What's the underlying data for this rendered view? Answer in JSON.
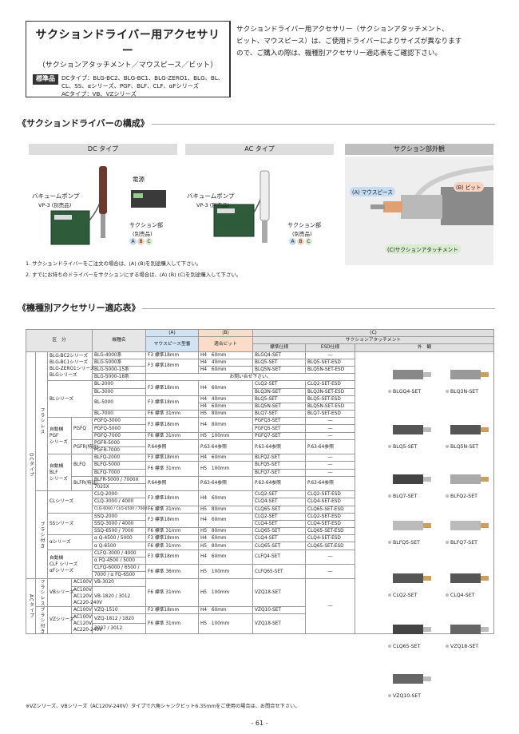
{
  "header": {
    "title": "サクションドライバー用アクセサリー",
    "subtitle": "（サクションアタッチメント／マウスピース／ビット）",
    "badge": "標準品",
    "dc_line1": "DCタイプ：BLG-BC2、BLG-BC1、BLG-ZERO1、BLG、BL、",
    "dc_line2": "CL、SS、αシリーズ、PGF、BLF、CLF、αFシリーズ",
    "ac_line": "ACタイプ：VB、VZシリーズ",
    "intro_1": "サクションドライバー用アクセサリー（サクションアタッチメント、",
    "intro_2": "ビット、マウスピース）は、ご使用ドライバーによりサイズが異なります",
    "intro_3": "ので、ご購入の際は、機種別アクセサリー適応表をご確認下さい。"
  },
  "section1": {
    "title": "《サクションドライバーの構成》",
    "dc_type": "DC タイプ",
    "ac_type": "AC タイプ",
    "suction_view": "サクション部外観",
    "power": "電源",
    "vacuum_pump": "バキュームポンプ",
    "vp3": "VP-3 (別売品)",
    "suction_part": "サクション部",
    "separately": "(別売品)",
    "a": "A",
    "b": "B",
    "c": "C",
    "label_a": "(A) マウスピース",
    "label_b": "(B) ビット",
    "label_c": "(C)サクションアタッチメント",
    "note1": "1. サクションドライバーをご注文の場合は、(A) (B)を別途購入して下さい。",
    "note2": "2. すでにお持ちのドライバーをサクションにする場合は、(A) (B) (C)を別途購入して下さい。"
  },
  "section2": {
    "title": "《機種別アクセサリー適応表》",
    "h_kubun": "区　分",
    "h_model": "機種名",
    "h_a": "(A)",
    "h_b": "(B)",
    "h_c": "(C)",
    "h_mouth": "マウスピース型番",
    "h_bit": "適合ビット",
    "h_attach": "サクションアタッチメント",
    "h_std": "標準仕様",
    "h_esd": "ESD仕様",
    "h_look": "外　観",
    "dc": "DCタイプ",
    "ac": "ACタイプ",
    "flapless": "フラシレス",
    "flap": "ブラシ付き",
    "blg_1": "BLG-BC2シリーズ",
    "blg_2": "BLG-BC1シリーズ",
    "blg_3": "BLG-ZERO1シリーズ",
    "blg_4": "BLGシリーズ",
    "bl": "BLシリーズ",
    "auto": "自動機",
    "pgf": "PGF",
    "series": "シリーズ",
    "pgfq": "PGFQ",
    "pgfr": "PGFR(特注)",
    "blf": "BLF",
    "blfq": "BLFQ",
    "blfr": "BLFR(特注)",
    "cl": "CLシリーズ",
    "ss": "SSシリーズ",
    "alpha": "αシリーズ",
    "clf": "CLF シリーズ",
    "af": "αFシリーズ",
    "vb": "VBシリーズ",
    "vz": "VZシリーズ",
    "ac100": "AC100V",
    "ac_multi1": "AC100V",
    "ac_multi2": "AC120V,",
    "ac_multi3": "AC220-240V",
    "inquiry": "お問い合せ下さい。",
    "dash": "―"
  },
  "rows": [
    {
      "model": "BLG-4000系",
      "mouth": "F3 標準18mm",
      "bit": "H4　60mm",
      "std": "BLGQ4-SET",
      "esd": "―"
    },
    {
      "model": "BLG-5000系",
      "mouth": "F3 標準18mm",
      "bit": "H4　40mm",
      "std": "BLQ5-SET",
      "esd": "BLQ5-SET-ESD"
    },
    {
      "model": "BLG-5000-15系",
      "mouth": "",
      "bit": "H4　60mm",
      "std": "BLQ5N-SET",
      "esd": "BLQ5N-SET-ESD"
    },
    {
      "model": "BLG-5000-18系",
      "mouth": "",
      "bit": "",
      "std": "",
      "esd": ""
    },
    {
      "model": "BL-2000",
      "mouth": "F3 標準18mm",
      "bit": "H4　60mm",
      "std": "CLQ2-SET",
      "esd": "CLQ2-SET-ESD"
    },
    {
      "model": "BL-3000",
      "mouth": "",
      "bit": "",
      "std": "BLQ3N-SET",
      "esd": "BLQ3N-SET-ESD"
    },
    {
      "model": "BL-5000",
      "mouth": "F3 標準18mm",
      "bit": "H4　40mm",
      "std": "BLQ5-SET",
      "esd": "BLQ5-SET-ESD"
    },
    {
      "model": "",
      "mouth": "",
      "bit": "H4　60mm",
      "std": "BLQ5N-SET",
      "esd": "BLQ5N-SET-ESD"
    },
    {
      "model": "BL-7000",
      "mouth": "F6 標準 31mm",
      "bit": "H5　80mm",
      "std": "BLQ7-SET",
      "esd": "BLQ7-SET-ESD"
    },
    {
      "model": "PGFQ-3000",
      "mouth": "F3 標準18mm",
      "bit": "H4　80mm",
      "std": "PGFQ3-SET",
      "esd": "―"
    },
    {
      "model": "PGFQ-5000",
      "mouth": "",
      "bit": "",
      "std": "PGFQ5-SET",
      "esd": "―"
    },
    {
      "model": "PGFQ-7000",
      "mouth": "F6 標準 31mm",
      "bit": "H5　100mm",
      "std": "PGFQ7-SET",
      "esd": "―"
    },
    {
      "model": "PGFR-5000",
      "mouth": "P.64参照",
      "bit": "P.63-64参照",
      "std": "P.63-64参照",
      "esd": "P.63-64参照"
    },
    {
      "model": "PGFR-7000",
      "mouth": "",
      "bit": "",
      "std": "",
      "esd": ""
    },
    {
      "model": "BLFQ-2000",
      "mouth": "F3 標準18mm",
      "bit": "H4　60mm",
      "std": "BLFQ2-SET",
      "esd": "―"
    },
    {
      "model": "BLFQ-5000",
      "mouth": "F6 標準 31mm",
      "bit": "H5　100mm",
      "std": "BLFQ5-SET",
      "esd": "―"
    },
    {
      "model": "BLFQ-7000",
      "mouth": "",
      "bit": "",
      "std": "BLFQ7-SET",
      "esd": "―"
    },
    {
      "model": "BLFR-5000 / 7000X",
      "mouth": "P.64参照",
      "bit": "P.63-64参照",
      "std": "P.63-64参照",
      "esd": "P.63-64参照"
    },
    {
      "model": "7025X",
      "mouth": "",
      "bit": "",
      "std": "",
      "esd": ""
    },
    {
      "model": "CLQ-2000",
      "mouth": "F3 標準18mm",
      "bit": "H4　60mm",
      "std": "CLQ2-SET",
      "esd": "CLQ2-SET-ESD"
    },
    {
      "model": "CLQ-3000 / 4000",
      "mouth": "",
      "bit": "",
      "std": "CLQ4-SET",
      "esd": "CLQ4-SET-ESD"
    },
    {
      "model": "CLQ-6000 / CLQ-6500 / 7000",
      "mouth": "F6 標準 31mm",
      "bit": "H5　80mm",
      "std": "CLQ65-SET",
      "esd": "CLQ65-SET-ESD"
    },
    {
      "model": "SSQ-2000",
      "mouth": "F3 標準18mm",
      "bit": "H4　60mm",
      "std": "CLQ2-SET",
      "esd": "CLQ2-SET-ESD"
    },
    {
      "model": "SSQ-3000 / 4000",
      "mouth": "",
      "bit": "",
      "std": "CLQ4-SET",
      "esd": "CLQ4-SET-ESD"
    },
    {
      "model": "SSQ-6500 / 7000",
      "mouth": "F6 標準 31mm",
      "bit": "H5　80mm",
      "std": "CLQ65-SET",
      "esd": "CLQ65-SET-ESD"
    },
    {
      "model": "α Q-4500 / 5000",
      "mouth": "F3 標準18mm",
      "bit": "H4　60mm",
      "std": "CLQ4-SET",
      "esd": "CLQ4-SET-ESD"
    },
    {
      "model": "α Q-6500",
      "mouth": "F6 標準 31mm",
      "bit": "H5　80mm",
      "std": "CLQ65-SET",
      "esd": "CLQ65-SET-ESD"
    },
    {
      "model": "CLFQ-3000 / 4000",
      "mouth": "F3 標準18mm",
      "bit": "H4　60mm",
      "std": "CLFQ4-SET",
      "esd": "―"
    },
    {
      "model": "α FQ-4500 / 5000",
      "mouth": "",
      "bit": "",
      "std": "",
      "esd": ""
    },
    {
      "model": "CLFQ-6000 / 6500 /",
      "mouth": "F6 標準 36mm",
      "bit": "H5　100mm",
      "std": "CLFQ65-SET",
      "esd": "―"
    },
    {
      "model": "7000 / α FQ-6500",
      "mouth": "",
      "bit": "",
      "std": "",
      "esd": ""
    },
    {
      "model": "VB-3020",
      "mouth": "F6 標準 31mm",
      "bit": "H5　100mm",
      "std": "VZQ18-SET",
      "esd": "―"
    },
    {
      "model": "VB-1820 / 3012",
      "mouth": "",
      "bit": "",
      "std": "",
      "esd": ""
    },
    {
      "model": "",
      "mouth": "",
      "bit": "",
      "std": "",
      "esd": ""
    },
    {
      "model": "VZQ-1510",
      "mouth": "F3 標準18mm",
      "bit": "H4　60mm",
      "std": "VZQ10-SET",
      "esd": ""
    },
    {
      "model": "VZQ-1812 / 1820",
      "mouth": "F6 標準 31mm",
      "bit": "H5　100mm",
      "std": "VZQ18-SET",
      "esd": ""
    },
    {
      "model": "3007 / 3012",
      "mouth": "",
      "bit": "",
      "std": "",
      "esd": ""
    }
  ],
  "photos": [
    "BLGQ4-SET",
    "BLQ3N-SET",
    "BLQ5-SET",
    "BLQ5N-SET",
    "BLQ7-SET",
    "BLFQ2-SET",
    "BLFQ5-SET",
    "BLFQ7-SET",
    "CLQ2-SET",
    "CLQ4-SET",
    "CLQ65-SET",
    "VZQ18-SET",
    "VZQ10-SET"
  ],
  "footnote": "※VZシリーズ、VBシリーズ（AC120V-240V）タイプで六角シャンクビット6.35mmをご使用の場合は、お問合せ下さい。",
  "page": "- 61 -"
}
